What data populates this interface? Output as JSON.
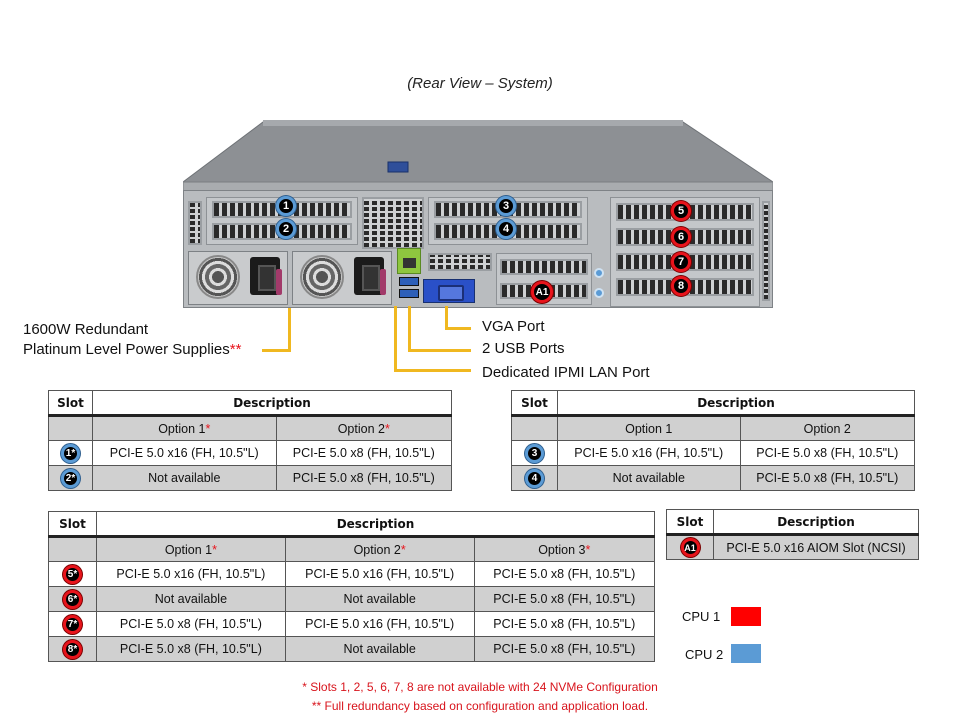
{
  "title": "(Rear View – System)",
  "colors": {
    "cpu1": "#e8141c",
    "cpu2": "#5b9bd5",
    "callout": "#f0b820"
  },
  "server_badges": {
    "s1": "1",
    "s2": "2",
    "s3": "3",
    "s4": "4",
    "s5": "5",
    "s6": "6",
    "s7": "7",
    "s8": "8",
    "a1": "A1"
  },
  "callouts": {
    "psu_line1": "1600W Redundant",
    "psu_line2": "Platinum Level Power Supplies",
    "psu_mark": "**",
    "vga": "VGA Port",
    "usb": "2 USB Ports",
    "ipmi": "Dedicated IPMI  LAN Port"
  },
  "table1": {
    "headers": {
      "slot": "Slot",
      "description": "Description"
    },
    "options": [
      "Option 1",
      "Option 2"
    ],
    "option_marks": [
      "*",
      "*"
    ],
    "rows": [
      {
        "slot": "1*",
        "cpu": "cpu2",
        "values": [
          "PCI-E 5.0 x16 (FH, 10.5\"L)",
          "PCI-E 5.0 x8 (FH, 10.5\"L)"
        ]
      },
      {
        "slot": "2*",
        "cpu": "cpu2",
        "values": [
          "Not available",
          "PCI-E 5.0 x8 (FH, 10.5\"L)"
        ]
      }
    ]
  },
  "table2": {
    "headers": {
      "slot": "Slot",
      "description": "Description"
    },
    "options": [
      "Option 1",
      "Option 2"
    ],
    "rows": [
      {
        "slot": "3",
        "cpu": "cpu2",
        "values": [
          "PCI-E 5.0 x16 (FH, 10.5\"L)",
          "PCI-E 5.0 x8 (FH, 10.5\"L)"
        ]
      },
      {
        "slot": "4",
        "cpu": "cpu2",
        "values": [
          "Not available",
          "PCI-E 5.0 x8 (FH, 10.5\"L)"
        ]
      }
    ]
  },
  "table3": {
    "headers": {
      "slot": "Slot",
      "description": "Description"
    },
    "options": [
      "Option 1",
      "Option 2",
      "Option 3"
    ],
    "option_marks": [
      "*",
      "*",
      "*"
    ],
    "rows": [
      {
        "slot": "5*",
        "cpu": "cpu1",
        "values": [
          "PCI-E 5.0 x16 (FH, 10.5\"L)",
          "PCI-E 5.0 x16 (FH, 10.5\"L)",
          "PCI-E 5.0 x8 (FH, 10.5\"L)"
        ]
      },
      {
        "slot": "6*",
        "cpu": "cpu1",
        "values": [
          "Not available",
          "Not available",
          "PCI-E 5.0 x8 (FH, 10.5\"L)"
        ]
      },
      {
        "slot": "7*",
        "cpu": "cpu1",
        "values": [
          "PCI-E 5.0 x8 (FH, 10.5\"L)",
          "PCI-E 5.0 x16 (FH, 10.5\"L)",
          "PCI-E 5.0 x8 (FH, 10.5\"L)"
        ]
      },
      {
        "slot": "8*",
        "cpu": "cpu1",
        "values": [
          "PCI-E 5.0 x8 (FH, 10.5\"L)",
          "Not available",
          "PCI-E 5.0 x8 (FH, 10.5\"L)"
        ]
      }
    ]
  },
  "table4": {
    "headers": {
      "slot": "Slot",
      "description": "Description"
    },
    "rows": [
      {
        "slot": "A1",
        "cpu": "cpu1",
        "values": [
          "PCI-E 5.0 x16 AIOM Slot (NCSI)"
        ]
      }
    ]
  },
  "legend": [
    {
      "label": "CPU 1",
      "color": "#ff0000"
    },
    {
      "label": "CPU 2",
      "color": "#5b9bd5"
    }
  ],
  "notes": [
    "* Slots 1, 2, 5, 6, 7, 8 are not available  with 24 NVMe Configuration",
    "**  Full redundancy  based on configuration  and application load."
  ]
}
